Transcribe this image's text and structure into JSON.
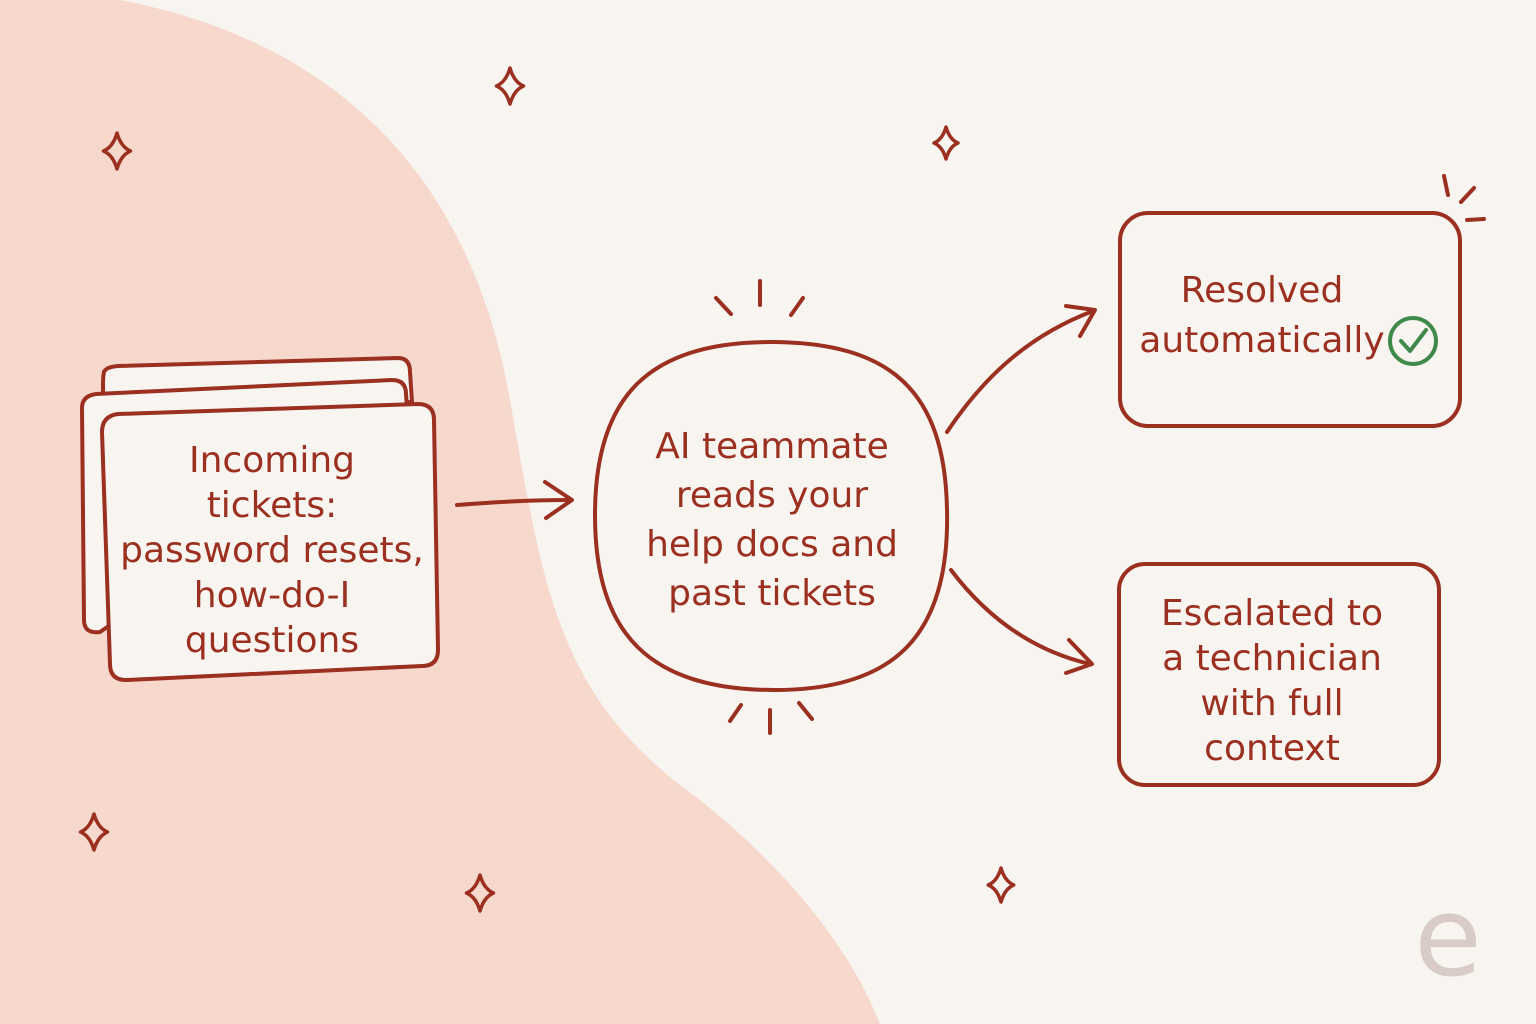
{
  "colors": {
    "ink": "#9b2f20",
    "background": "#f8f5f1",
    "blob": "#f7d8cc",
    "check": "#3f8a4a",
    "logo": "#d9cbc6"
  },
  "nodes": {
    "incoming": {
      "lines": [
        "Incoming",
        "tickets:",
        "password resets,",
        "how-do-I",
        "questions"
      ]
    },
    "ai": {
      "lines": [
        "AI teammate",
        "reads your",
        "help docs and",
        "past tickets"
      ]
    },
    "resolved": {
      "lines": [
        "Resolved",
        "automatically"
      ],
      "icon": "check-circle-icon"
    },
    "escalated": {
      "lines": [
        "Escalated to",
        "a technician",
        "with full",
        "context"
      ]
    }
  },
  "decorations": {
    "sparkle_icon": "sparkle-icon",
    "logo_letter": "e"
  }
}
